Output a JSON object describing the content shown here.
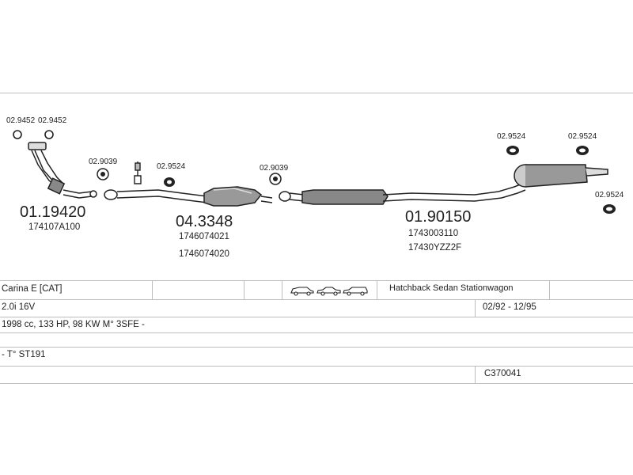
{
  "parts": {
    "gasket_a": "02.9452",
    "gasket_b": "02.9452",
    "front_pipe_code": "01.19420",
    "front_pipe_oem": "174107A100",
    "gasket_c": "02.9039",
    "rubber_a": "02.9524",
    "catalyst_code": "04.3348",
    "catalyst_oem_1": "1746074021",
    "catalyst_oem_2": "1746074020",
    "gasket_d": "02.9039",
    "rear_rubber_a": "02.9524",
    "rear_rubber_b": "02.9524",
    "rear_rubber_c": "02.9524",
    "rear_system_code": "01.90150",
    "rear_system_oem_1": "1743003110",
    "rear_system_oem_2": "17430YZZ2F"
  },
  "vehicle_table": {
    "model": "Carina E  [CAT]",
    "body_types": "Hatchback Sedan Stationwagon",
    "engine": "2.0i 16V",
    "production_dates": "02/92 - 12/95",
    "specs": "1998 cc, 133 HP, 98 KW M° 3SFE -",
    "type_code": "- T° ST191",
    "catalogue_code": "C370041"
  }
}
